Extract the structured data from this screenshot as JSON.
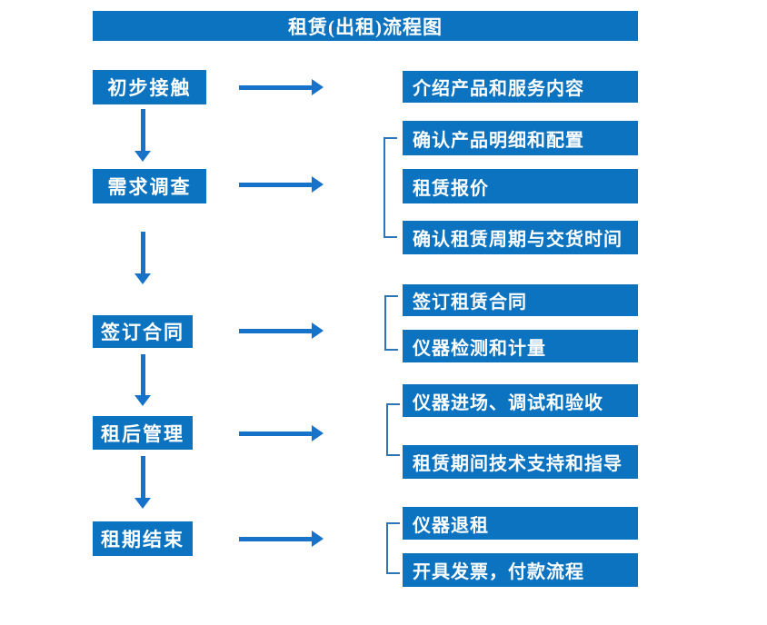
{
  "title": "租赁(出租)流程图",
  "colors": {
    "box_fill": "#0b73c0",
    "arrow": "#1673c9",
    "bracket": "#2e75b6",
    "text": "#ffffff",
    "background": "#ffffff"
  },
  "stages": [
    {
      "label": "初步接触",
      "details": [
        "介绍产品和服务内容"
      ]
    },
    {
      "label": "需求调查",
      "details": [
        "确认产品明细和配置",
        "租赁报价",
        "确认租赁周期与交货时间"
      ]
    },
    {
      "label": "签订合同",
      "details": [
        "签订租赁合同",
        "仪器检测和计量"
      ]
    },
    {
      "label": "租后管理",
      "details": [
        "仪器进场、调试和验收",
        "租赁期间技术支持和指导"
      ]
    },
    {
      "label": "租期结束",
      "details": [
        "仪器退租",
        "开具发票，付款流程"
      ]
    }
  ]
}
